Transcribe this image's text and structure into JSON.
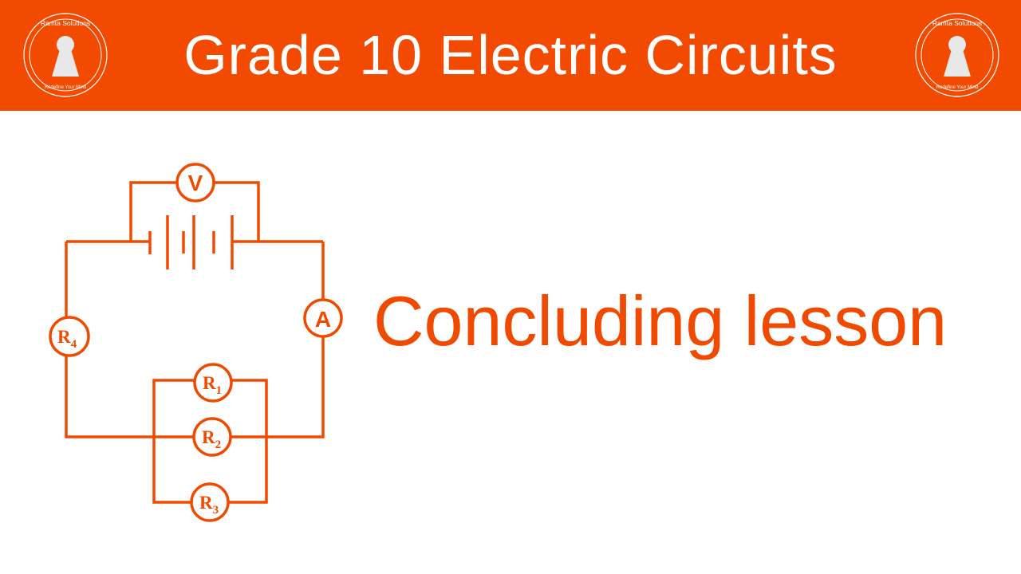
{
  "header": {
    "title": "Grade 10 Electric Circuits",
    "logo_text_top": "Ramta Solutions",
    "logo_text_bottom": "Redefine Your Mind"
  },
  "main": {
    "subtitle": "Concluding lesson"
  },
  "circuit": {
    "voltmeter": "V",
    "ammeter": "A",
    "resistors": [
      {
        "letter": "R",
        "sub": "1"
      },
      {
        "letter": "R",
        "sub": "2"
      },
      {
        "letter": "R",
        "sub": "3"
      },
      {
        "letter": "R",
        "sub": "4"
      }
    ]
  },
  "colors": {
    "accent": "#F24A00",
    "text_on_accent": "#FFFFFF"
  }
}
